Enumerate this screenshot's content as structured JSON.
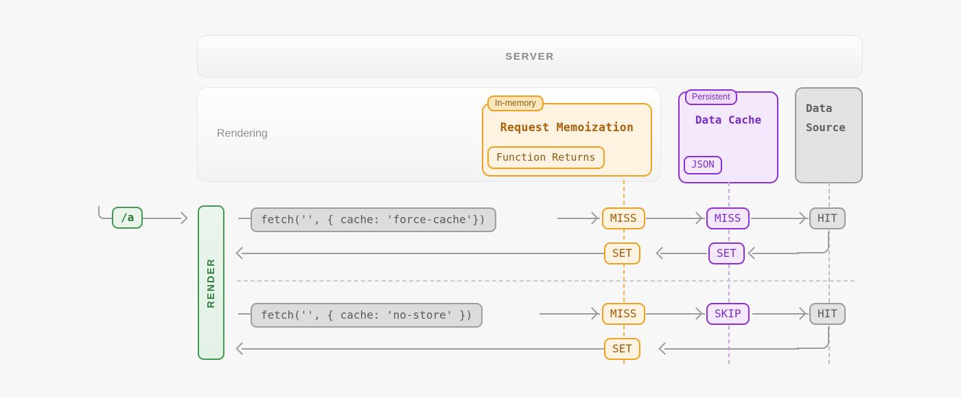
{
  "server": {
    "label": "SERVER"
  },
  "rendering": {
    "label": "Rendering"
  },
  "memoization": {
    "tag": "In-memory",
    "title": "Request Memoization",
    "chip": "Function Returns"
  },
  "data_cache": {
    "tag": "Persistent",
    "title": "Data Cache",
    "chip": "JSON"
  },
  "data_source": {
    "line1": "Data",
    "line2": "Source"
  },
  "route": {
    "badge": "/a"
  },
  "render": {
    "label": "RENDER"
  },
  "rows": [
    {
      "code": "fetch('', { cache: 'force-cache'})",
      "memoization_status": "MISS",
      "cache_status": "MISS",
      "source_status": "HIT",
      "memoization_set": "SET",
      "cache_set": "SET"
    },
    {
      "code": "fetch('', { cache: 'no-store' })",
      "memoization_status": "MISS",
      "cache_status": "SKIP",
      "source_status": "HIT",
      "memoization_set": "SET"
    }
  ],
  "colors": {
    "memoization": "#f0a020",
    "data_cache": "#8b2fd0",
    "data_source": "#9a9a9e",
    "render": "#3f9a4f",
    "connector": "#9d9d9d",
    "background": "#f7f7f7"
  }
}
